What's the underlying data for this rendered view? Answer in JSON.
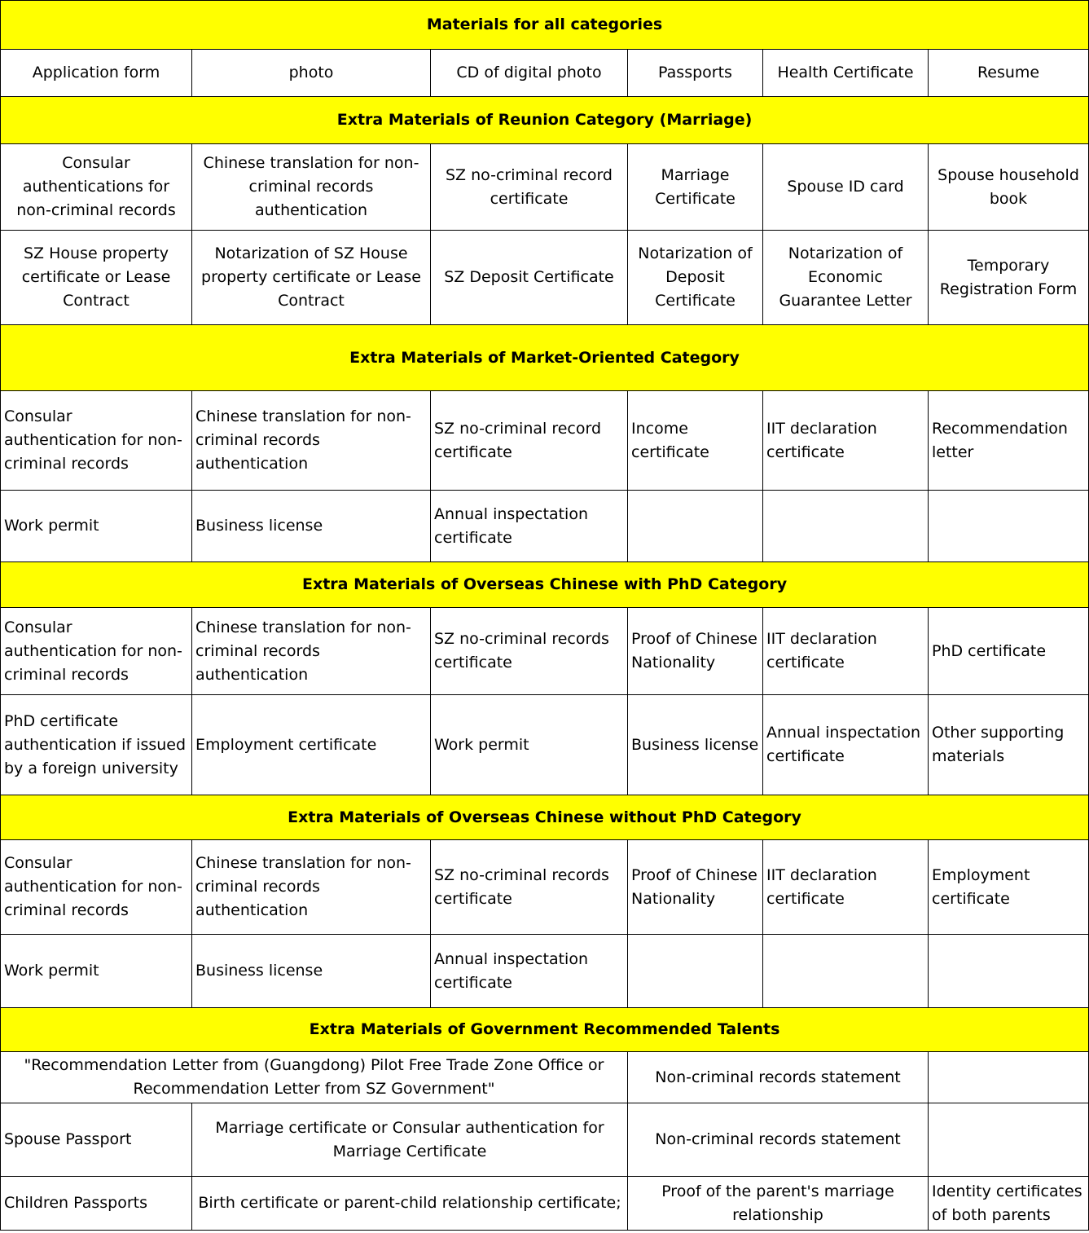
{
  "sections": {
    "all": {
      "title": "Materials for all categories",
      "rows": [
        [
          "Application form",
          "photo",
          "CD of digital photo",
          "Passports",
          "Health Certificate",
          "Resume"
        ]
      ]
    },
    "reunion": {
      "title": "Extra Materials of Reunion Category (Marriage)",
      "rows": [
        [
          "Consular authentications for non-criminal records",
          "Chinese translation for non-criminal records authentication",
          "SZ no-criminal record certificate",
          "Marriage Certificate",
          "Spouse ID card",
          "Spouse household book"
        ],
        [
          "SZ House property certificate or Lease Contract",
          "Notarization of SZ House property certificate or Lease Contract",
          "SZ Deposit Certificate",
          "Notarization of Deposit Certificate",
          "Notarization of Economic Guarantee Letter",
          "Temporary Registration Form"
        ]
      ]
    },
    "market": {
      "title": "Extra Materials of Market-Oriented Category",
      "rows": [
        [
          "Consular authentication for non-criminal records",
          "Chinese translation for non-criminal records authentication",
          "SZ no-criminal record certificate",
          "Income certificate",
          "IIT declaration certificate",
          "Recommendation letter"
        ],
        [
          "Work permit",
          "Business license",
          "Annual inspectation certificate",
          "",
          "",
          ""
        ]
      ]
    },
    "phd": {
      "title": "Extra Materials of Overseas Chinese with PhD Category",
      "rows": [
        [
          "Consular authentication for non-criminal records",
          "Chinese translation for non-criminal records authentication",
          "SZ no-criminal records certificate",
          "Proof of Chinese Nationality",
          "IIT declaration certificate",
          "PhD certificate"
        ],
        [
          "PhD certificate authentication if issued by a foreign university",
          "Employment certificate",
          "Work permit",
          "Business license",
          "Annual inspectation certificate",
          " Other supporting materials"
        ]
      ]
    },
    "nophd": {
      "title": "Extra Materials of Overseas Chinese without PhD Category",
      "rows": [
        [
          "Consular authentication for non-criminal records",
          "Chinese translation for non-criminal records authentication",
          "SZ no-criminal records certificate",
          "Proof of Chinese Nationality",
          "IIT declaration certificate",
          "Employment certificate"
        ],
        [
          "Work permit",
          "Business license",
          "Annual inspectation certificate",
          "",
          "",
          ""
        ]
      ]
    },
    "gov": {
      "title": "Extra Materials of Government Recommended Talents",
      "row1": {
        "recommendation": "\"Recommendation Letter from (Guangdong) Pilot Free Trade Zone Office or Recommendation Letter from SZ Government\"",
        "statement": "Non-criminal records statement",
        "empty": ""
      },
      "row2": {
        "spouse_passport": "Spouse Passport",
        "marriage": "Marriage certificate or Consular authentication for Marriage Certificate",
        "statement": "Non-criminal records statement",
        "empty": ""
      },
      "row3": {
        "children_passports": "Children Passports",
        "birth": "Birth certificate or parent-child relationship certificate;",
        "marriage_proof": "Proof of the parent's marriage relationship",
        "identity": "Identity certificates of both parents"
      }
    }
  }
}
